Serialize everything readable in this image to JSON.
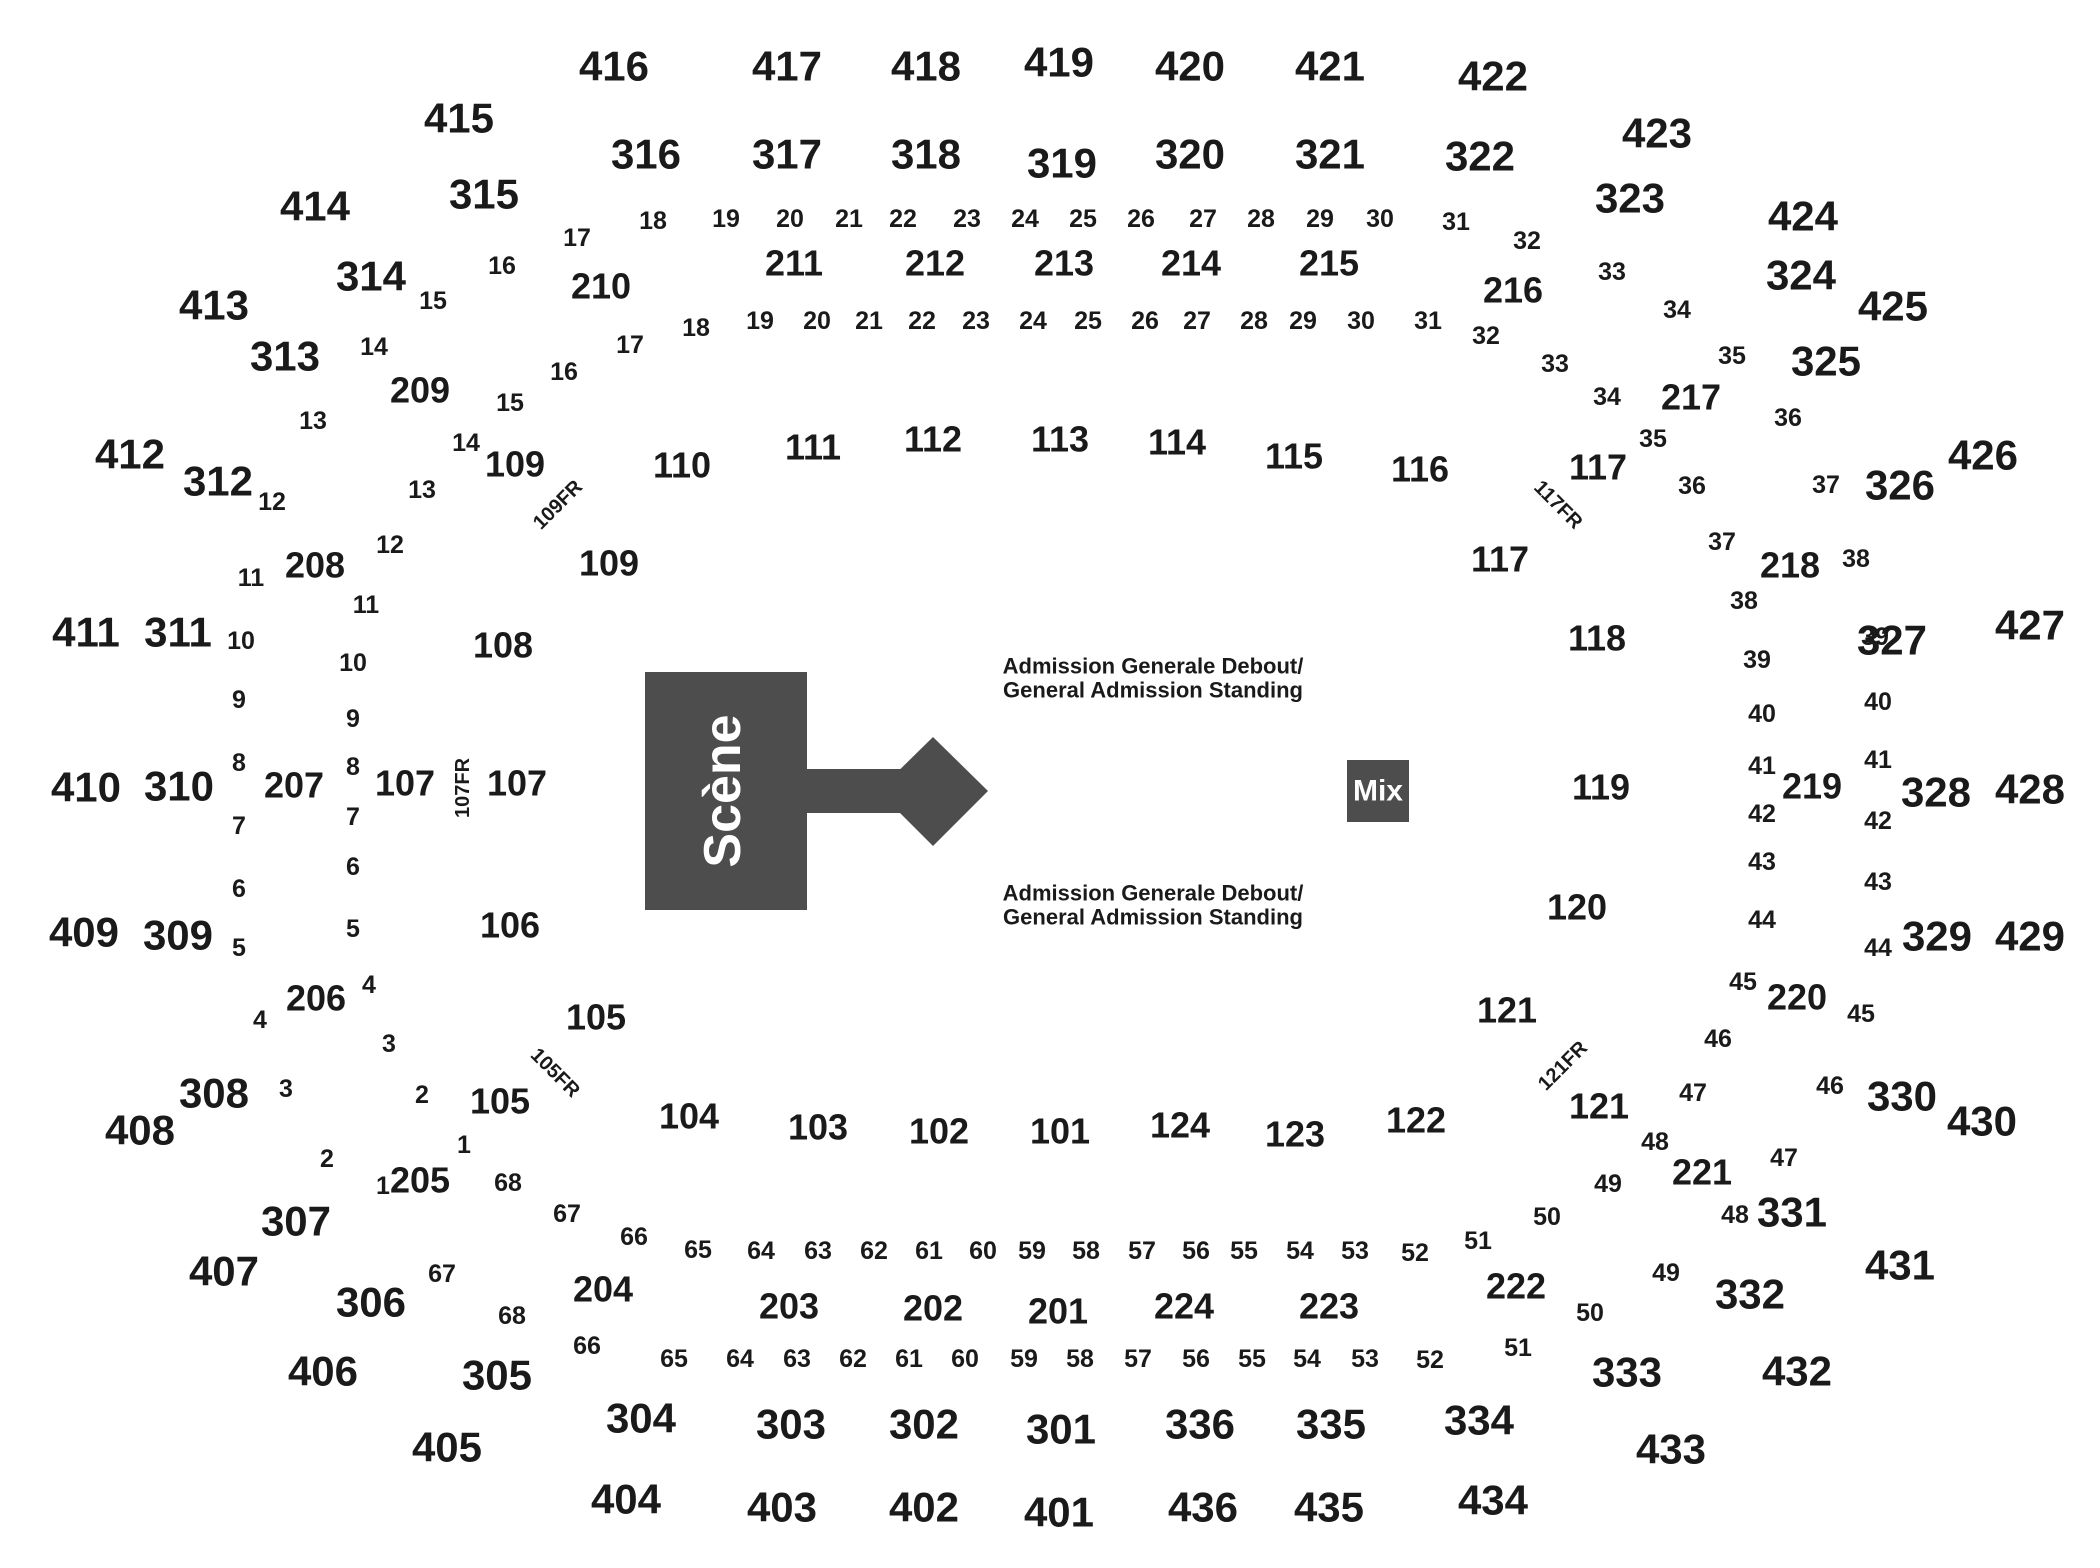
{
  "colors": {
    "stage": "#4d4d4d",
    "text": "#1a1a1a",
    "background": "#ffffff"
  },
  "stage_label": "Scène",
  "mix_label": "Mix",
  "ga_upper": [
    "Admission Generale Debout/",
    "General Admission Standing"
  ],
  "ga_lower": [
    "Admission Generale Debout/",
    "General Admission Standing"
  ],
  "sections_400": [
    "416",
    "417",
    "418",
    "419",
    "420",
    "421",
    "422",
    "415",
    "423",
    "414",
    "424",
    "413",
    "425",
    "412",
    "426",
    "411",
    "427",
    "410",
    "428",
    "409",
    "429",
    "408",
    "430",
    "407",
    "431",
    "406",
    "432",
    "405",
    "433",
    "404",
    "403",
    "402",
    "401",
    "436",
    "435",
    "434"
  ],
  "sections_300": [
    "316",
    "317",
    "318",
    "319",
    "320",
    "321",
    "322",
    "315",
    "323",
    "314",
    "324",
    "313",
    "325",
    "312",
    "326",
    "311",
    "327",
    "310",
    "328",
    "309",
    "329",
    "308",
    "330",
    "307",
    "331",
    "306",
    "332",
    "305",
    "333",
    "304",
    "303",
    "302",
    "301",
    "336",
    "335",
    "334"
  ],
  "sections_200": [
    "211",
    "212",
    "213",
    "214",
    "215",
    "210",
    "216",
    "209",
    "217",
    "208",
    "218",
    "207",
    "219",
    "206",
    "220",
    "205",
    "221",
    "204",
    "222",
    "203",
    "202",
    "201",
    "224",
    "223"
  ],
  "sections_100": [
    "109",
    "110",
    "111",
    "112",
    "113",
    "114",
    "115",
    "116",
    "117",
    "109",
    "117",
    "108",
    "118",
    "107",
    "107",
    "119",
    "106",
    "120",
    "105",
    "121",
    "105",
    "121",
    "104",
    "103",
    "102",
    "101",
    "124",
    "123",
    "122"
  ],
  "rows_upper_outer": [
    "17",
    "18",
    "19",
    "20",
    "21",
    "22",
    "23",
    "24",
    "25",
    "26",
    "27",
    "28",
    "29",
    "30",
    "31",
    "32"
  ],
  "rows_upper_inner": [
    "17",
    "18",
    "19",
    "20",
    "21",
    "22",
    "23",
    "24",
    "25",
    "26",
    "27",
    "28",
    "29",
    "30",
    "31",
    "32"
  ],
  "rows_lower_outer": [
    "66",
    "65",
    "64",
    "63",
    "62",
    "61",
    "60",
    "59",
    "58",
    "57",
    "56",
    "55",
    "54",
    "53",
    "52",
    "51"
  ],
  "rows_lower_inner": [
    "67",
    "66",
    "65",
    "64",
    "63",
    "62",
    "61",
    "60",
    "59",
    "58",
    "57",
    "56",
    "55",
    "54",
    "53",
    "52",
    "51"
  ],
  "rows_left_outer": [
    "16",
    "15",
    "14",
    "13",
    "12",
    "11",
    "10",
    "9",
    "8",
    "7",
    "6",
    "5",
    "4",
    "3",
    "2",
    "1"
  ],
  "rows_left_inner": [
    "16",
    "15",
    "14",
    "13",
    "12",
    "11",
    "10",
    "9",
    "8",
    "7",
    "6",
    "5",
    "4",
    "3",
    "2",
    "1",
    "68",
    "67",
    "68"
  ],
  "rows_right_outer": [
    "33",
    "34",
    "35",
    "36",
    "37",
    "38",
    "39",
    "40",
    "41",
    "42",
    "43",
    "44",
    "45",
    "46",
    "47",
    "48",
    "49",
    "50"
  ],
  "rows_right_inner": [
    "33",
    "34",
    "35",
    "36",
    "37",
    "38",
    "39",
    "40",
    "41",
    "42",
    "43",
    "44",
    "45",
    "46",
    "47",
    "48",
    "49",
    "50"
  ],
  "fr_labels": [
    "109FR",
    "117FR",
    "107FR",
    "105FR",
    "121FR"
  ]
}
